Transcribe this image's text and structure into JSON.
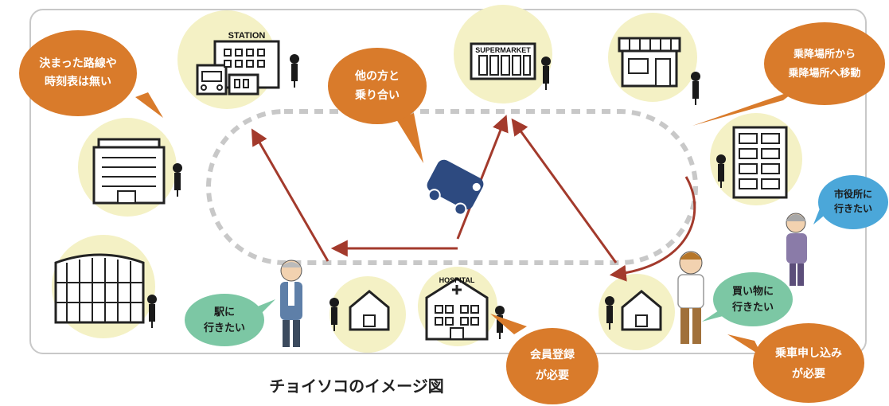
{
  "bubbles": {
    "no_route": [
      "決まった路線や",
      "時刻表は無い"
    ],
    "shared_ride": [
      "他の方と",
      "乗り合い"
    ],
    "stop_to_stop": [
      "乗降場所から",
      "乗降場所へ移動"
    ],
    "city_hall": [
      "市役所に",
      "行きたい"
    ],
    "shopping": [
      "買い物に",
      "行きたい"
    ],
    "station": [
      "駅に",
      "行きたい"
    ],
    "membership": [
      "会員登録",
      "が必要"
    ],
    "ride_request": [
      "乗車申し込み",
      "が必要"
    ]
  },
  "signs": {
    "station": "STATION",
    "supermarket": "SUPERMARKET",
    "hospital": "HOSPITAL"
  },
  "caption": "チョイソコのイメージ図",
  "colors": {
    "orange_bubble": "#D97B2B",
    "green_bubble": "#7CC7A4",
    "blue_bubble": "#4BA7D9",
    "halo": "#F4F1C5",
    "route": "#A33A2C",
    "track": "#C8C8C8",
    "vehicle": "#2D4A80"
  }
}
